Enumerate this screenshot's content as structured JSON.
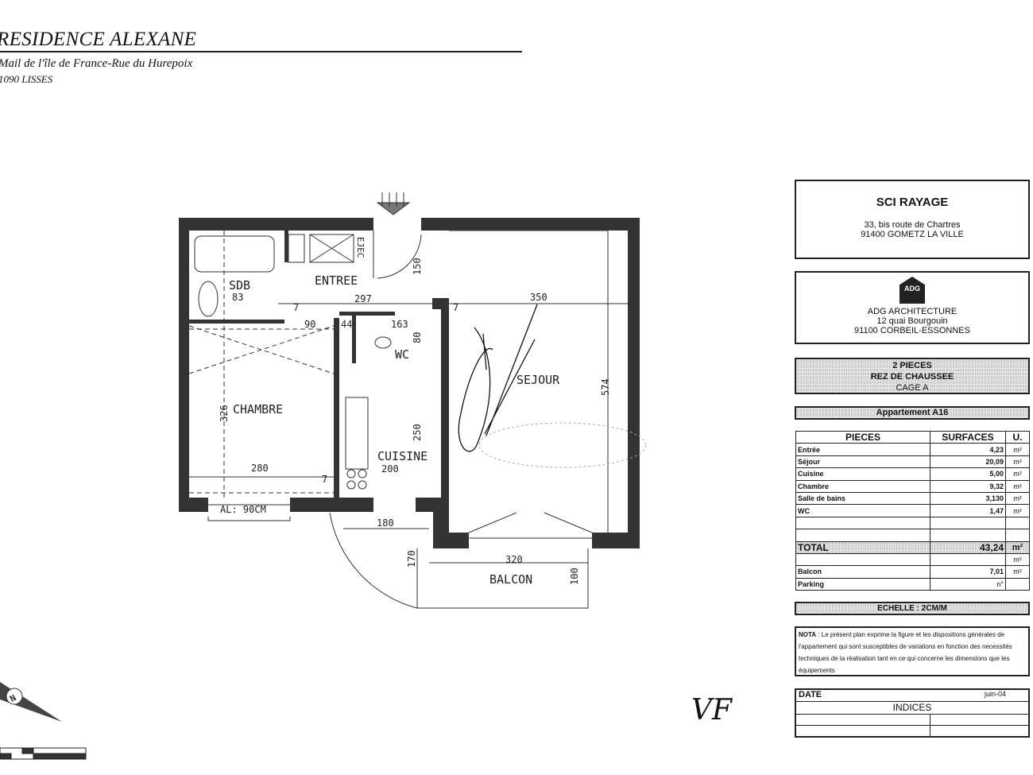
{
  "header": {
    "title": "RESIDENCE ALEXANE",
    "address_line1": "Mail de l'île de France-Rue du Hurepoix",
    "address_line2": "1090 LISSES"
  },
  "plan": {
    "rooms": {
      "sdb": "SDB",
      "entree": "ENTREE",
      "chambre": "CHAMBRE",
      "cuisine": "CUISINE",
      "sejour": "SEJOUR",
      "balcon": "BALCON",
      "wc": "WC",
      "ejec": "EJEC"
    },
    "dimensions": {
      "d297": "297",
      "d350": "350",
      "d90": "90",
      "d44": "44",
      "d163": "163",
      "d80": "80",
      "d150": "150",
      "d83": "83",
      "d7a": "7",
      "d326": "326",
      "d280": "280",
      "d7b": "7",
      "d200": "200",
      "d250": "250",
      "d7c": "7",
      "d574": "574",
      "d180": "180",
      "d170": "170",
      "d320": "320",
      "d100": "100"
    },
    "window_label": "AL: 90CM",
    "compass_label": "N",
    "initials": "VF"
  },
  "owner": {
    "name": "SCI RAYAGE",
    "address1": "33, bis route de Chartres",
    "address2": "91400 GOMETZ LA VILLE"
  },
  "architect": {
    "logo": "ADG",
    "name": "ADG ARCHITECTURE",
    "address1": "12 quai Bourgouin",
    "address2": "91100 CORBEIL-ESSONNES"
  },
  "unit": {
    "type": "2 PIECES",
    "floor": "REZ DE CHAUSSEE",
    "stair": "CAGE A",
    "apartment": "Appartement A16"
  },
  "surfaces": {
    "headers": [
      "PIECES",
      "SURFACES",
      "U."
    ],
    "rows": [
      {
        "piece": "Entrée",
        "surface": "4,23",
        "unit": "m²"
      },
      {
        "piece": "Séjour",
        "surface": "20,09",
        "unit": "m²"
      },
      {
        "piece": "Cuisine",
        "surface": "5,00",
        "unit": "m²"
      },
      {
        "piece": "Chambre",
        "surface": "9,32",
        "unit": "m²"
      },
      {
        "piece": "Salle de bains",
        "surface": "3,130",
        "unit": "m²"
      },
      {
        "piece": "WC",
        "surface": "1,47",
        "unit": "m²"
      }
    ],
    "total": {
      "label": "TOTAL",
      "surface": "43,24",
      "unit": "m²"
    },
    "extra_unit": "m²",
    "balcon": {
      "piece": "Balcon",
      "surface": "7,01",
      "unit": "m²"
    },
    "parking": {
      "piece": "Parking",
      "surface": "n°"
    }
  },
  "scale": "ECHELLE : 2CM/M",
  "nota": {
    "label": "NOTA",
    "text": " : Le présent plan exprime la figure et les dispositions générales de l'appartement qui sont susceptibles de variations en fonction des necessités techniques de la réalisation tant en ce qui concerne les dimensions que les équipements"
  },
  "date_block": {
    "label": "DATE",
    "value": "juin-04",
    "indices": "INDICES"
  }
}
